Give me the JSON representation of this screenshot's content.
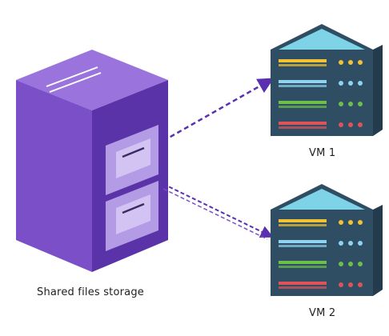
{
  "storage": {
    "label": "Shared files storage",
    "icon": "file-cabinet-icon",
    "colors": {
      "front": "#7a4fc8",
      "side": "#5b33a8",
      "top": "#9a74dc",
      "drawer": "#b49be6",
      "drawer_inner": "#d2c3f2",
      "handle": "#3c2b63"
    }
  },
  "vms": [
    {
      "label": "VM 1",
      "icon": "server-icon"
    },
    {
      "label": "VM 2",
      "icon": "server-icon"
    }
  ],
  "connections": [
    {
      "from": "storage",
      "to": "VM 1",
      "style": "dashed",
      "arrow": true
    },
    {
      "from": "storage",
      "to": "VM 2",
      "style": "dashed-double",
      "arrow": true
    }
  ],
  "server_colors": {
    "top": "#7fd3e6",
    "body": "#2f4d63",
    "side": "#233b4d",
    "stripe_colors": [
      "#f1c232",
      "#8fd3f2",
      "#6cc04a",
      "#e0525a"
    ]
  },
  "arrow_color": "#5a2fb0"
}
